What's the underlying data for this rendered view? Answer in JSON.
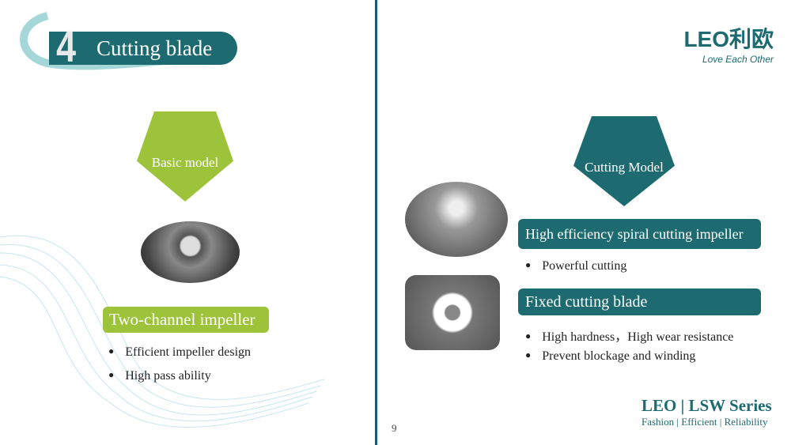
{
  "header": {
    "number": "4",
    "title": "Cutting blade"
  },
  "logo": {
    "brand": "LEO利欧",
    "tagline": "Love Each Other"
  },
  "left": {
    "pentagon_label": "Basic model",
    "impeller_title": "Two-channel impeller",
    "bullets": [
      "Efficient impeller design",
      "High pass ability"
    ]
  },
  "right": {
    "pentagon_label": "Cutting Model",
    "section1_title": "High efficiency spiral cutting impeller",
    "section1_bullets": [
      "Powerful cutting"
    ],
    "section2_title": "Fixed cutting blade",
    "section2_bullets": [
      "High hardness，High wear resistance",
      "Prevent blockage and winding"
    ]
  },
  "footer": {
    "page": "9",
    "series": "LEO | LSW Series",
    "slogan": "Fashion | Efficient | Reliability"
  },
  "colors": {
    "teal": "#1d6b70",
    "green": "#9dc33b"
  }
}
